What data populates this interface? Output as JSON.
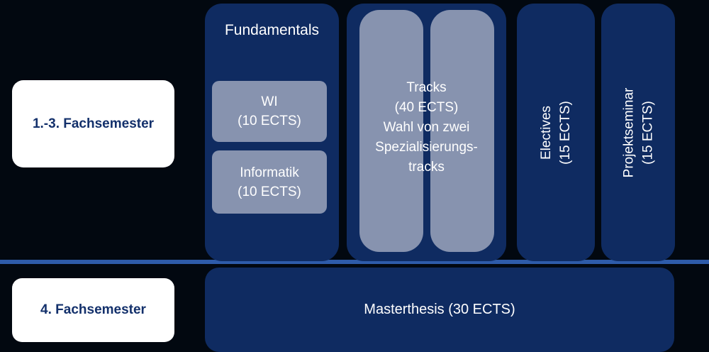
{
  "colors": {
    "background": "#020810",
    "column_navy": "#0f2b61",
    "pill_gray": "#8793af",
    "separator_blue": "#2e5ba9",
    "label_text_navy": "#13306b",
    "white": "#ffffff"
  },
  "left_labels": {
    "semester_1_3": "1.-3. Fachsemester",
    "semester_4": "4. Fachsemester"
  },
  "fundamentals": {
    "title": "Fundamentals",
    "items": [
      {
        "label": "WI\n(10 ECTS)"
      },
      {
        "label": "Informatik\n(10 ECTS)"
      }
    ]
  },
  "tracks": {
    "text": "Tracks\n(40 ECTS)\nWahl von zwei\nSpezialisierungs-\ntracks"
  },
  "electives": {
    "label": "Electives\n(15 ECTS)"
  },
  "projektseminar": {
    "label": "Projektseminar\n(15 ECTS)"
  },
  "masterthesis": {
    "label": "Masterthesis (30 ECTS)"
  }
}
